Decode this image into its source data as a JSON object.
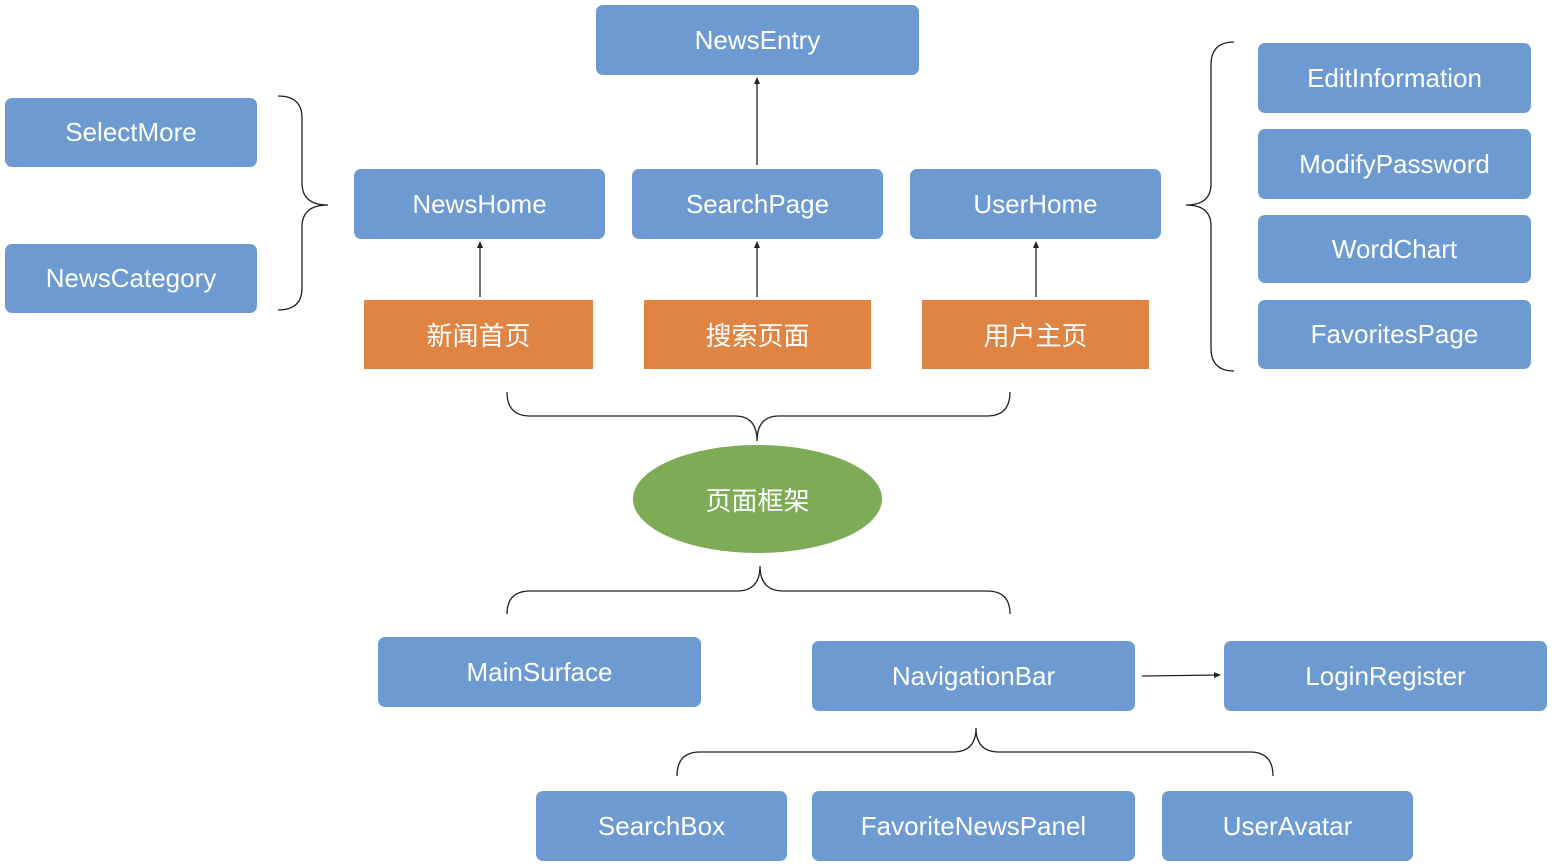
{
  "nodes": {
    "news_entry": "NewsEntry",
    "select_more": "SelectMore",
    "news_category": "NewsCategory",
    "news_home": "NewsHome",
    "search_page": "SearchPage",
    "user_home": "UserHome",
    "edit_information": "EditInformation",
    "modify_password": "ModifyPassword",
    "word_chart": "WordChart",
    "favorites_page": "FavoritesPage",
    "news_home_cn": "新闻首页",
    "search_page_cn": "搜索页面",
    "user_home_cn": "用户主页",
    "page_frame": "页面框架",
    "main_surface": "MainSurface",
    "navigation_bar": "NavigationBar",
    "login_register": "LoginRegister",
    "search_box": "SearchBox",
    "favorite_news_panel": "FavoriteNewsPanel",
    "user_avatar": "UserAvatar"
  },
  "colors": {
    "component_box": "#6d9bd1",
    "page_label_box": "#df8443",
    "frame_ellipse": "#7eab55",
    "connector": "#222222"
  }
}
